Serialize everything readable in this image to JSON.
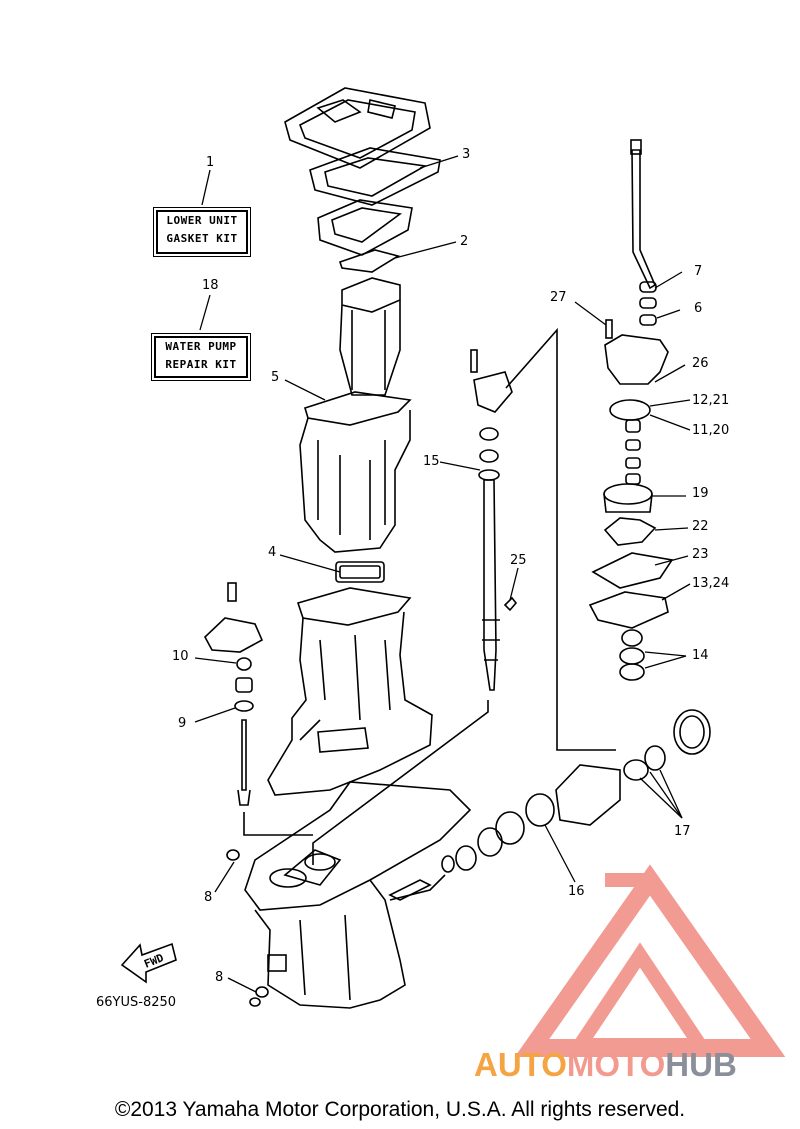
{
  "kits": {
    "gasket_kit": {
      "line1": "LOWER UNIT",
      "line2": "GASKET KIT"
    },
    "water_pump_kit": {
      "line1": "WATER PUMP",
      "line2": "REPAIR KIT"
    }
  },
  "callouts": [
    "1",
    "2",
    "3",
    "4",
    "5",
    "6",
    "7",
    "8",
    "8",
    "9",
    "10",
    "11,20",
    "12,21",
    "13,24",
    "14",
    "15",
    "16",
    "17",
    "18",
    "19",
    "22",
    "23",
    "25",
    "26",
    "27"
  ],
  "figure_code": "66YUS-8250",
  "fwd_label": "FWD",
  "copyright": "©2013 Yamaha Motor Corporation, U.S.A. All rights reserved.",
  "watermark": {
    "part1": "AUTO",
    "part2": "MOTO",
    "part3": "HUB",
    "colors": [
      "#f5a443",
      "#f39a8f",
      "#8a8f9a"
    ]
  },
  "icons": [
    "fwd-arrow-icon",
    "automotohub-logo-icon"
  ]
}
